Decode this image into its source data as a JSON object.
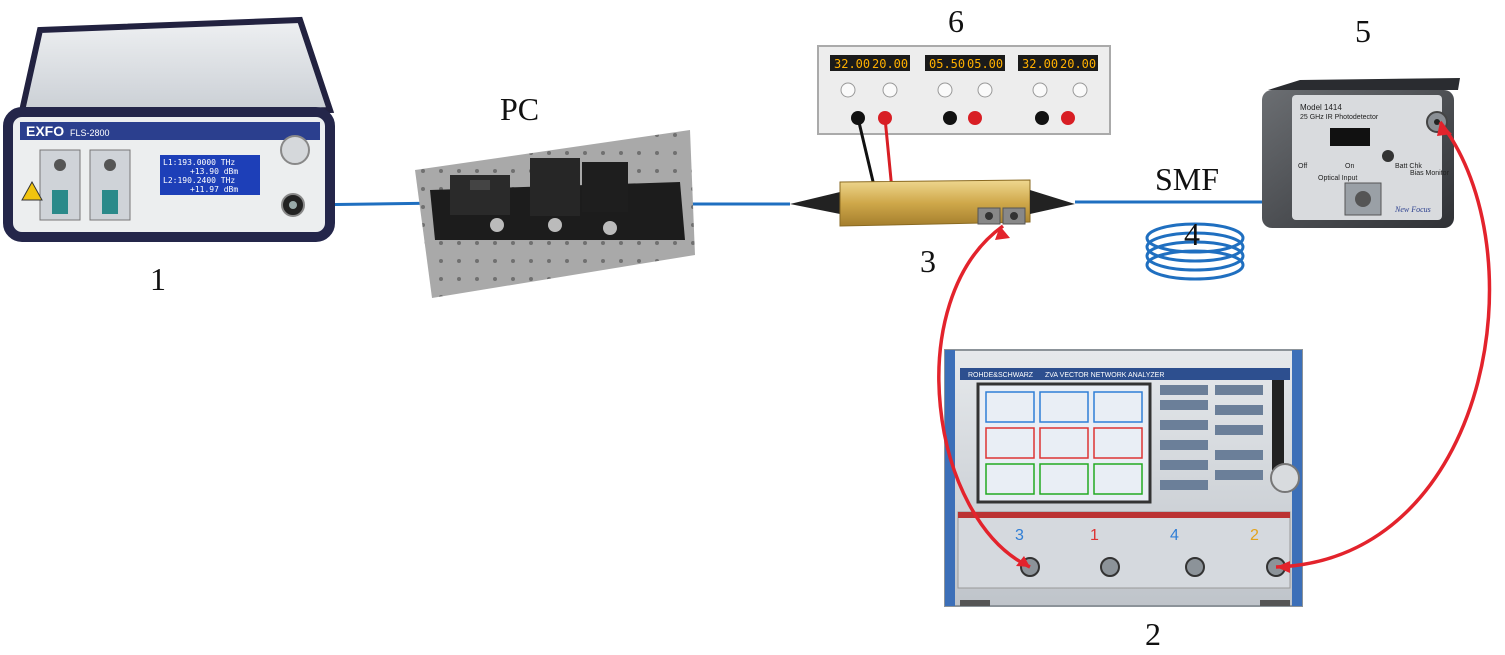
{
  "labels": {
    "laser": "1",
    "vna": "2",
    "modulator": "3",
    "fiber_spool": "4",
    "photodetector": "5",
    "power_supply": "6",
    "polarization_controller": "PC",
    "fiber": "SMF"
  },
  "laser_panel": {
    "brand": "EXFO",
    "model": "FLS-2800",
    "subtitle": "Portable Laser Source",
    "display_line1": "L1:193.0000 THz",
    "display_line2": "+13.90 dBm",
    "display_line3": "L2:190.2400 THz",
    "display_line4": "+11.97 dBm"
  },
  "psu_displays": [
    "32.00",
    "20.00",
    "05.50",
    "05.00",
    "32.00",
    "20.00"
  ],
  "photodetector_panel": {
    "model": "Model 1414",
    "title": "25 GHz IR Photodetector",
    "off": "Off",
    "on": "On",
    "batt": "Batt Chk",
    "optical_input": "Optical Input",
    "bias_monitor": "Bias Monitor",
    "brand": "New Focus"
  },
  "vna_panel": {
    "brand": "ROHDE&SCHWARZ",
    "model": "ZVA VECTOR NETWORK ANALYZER",
    "ports": [
      "3",
      "1",
      "4",
      "2"
    ]
  },
  "colors": {
    "optical_fiber": "#1f6fc0",
    "rf_cable": "#e3232c",
    "dc_red": "#d81e24",
    "dc_black": "#111111"
  }
}
